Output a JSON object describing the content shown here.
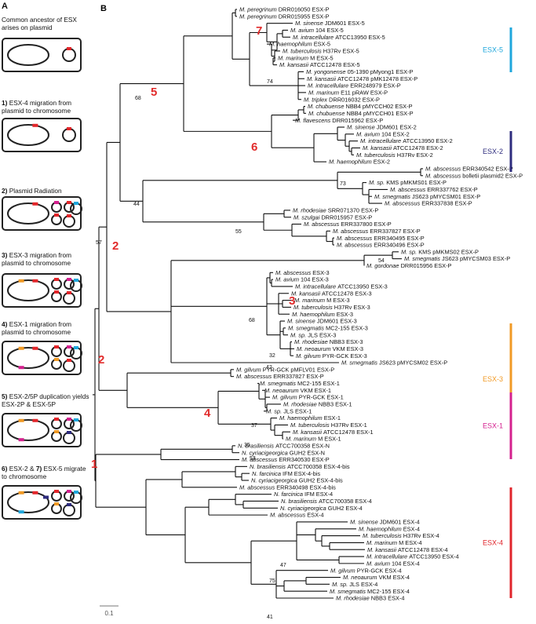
{
  "panel_a": {
    "letter": "A",
    "steps": [
      {
        "num": "",
        "text": "Common ancestor of ESX arises on plasmid"
      },
      {
        "num": "1)",
        "text": " ESX-4 migration from plasmid to chromosome"
      },
      {
        "num": "2)",
        "text": " Plasmid Radiation"
      },
      {
        "num": "3)",
        "text": " ESX-3 migration from plasmid to chromosome"
      },
      {
        "num": "4)",
        "text": " ESX-1 migration from plasmid to chromosome"
      },
      {
        "num": "5)",
        "text": " ESX-2/5P duplication yields ESX-2P & ESX-5P"
      },
      {
        "num": "6)",
        "text": " ESX-2 & ",
        "num2": "7)",
        "text2": " ESX-5 migrate to chromosome"
      }
    ]
  },
  "panel_b": {
    "letter": "B",
    "scale_label": "0.1",
    "events": [
      "1",
      "2",
      "2",
      "3",
      "4",
      "5",
      "6",
      "7"
    ],
    "bootstraps": [
      "74",
      "68",
      "73",
      "44",
      "55",
      "57",
      "54",
      "68",
      "32",
      "42",
      "37",
      "35",
      "53",
      "47",
      "75",
      "41"
    ],
    "clades": [
      {
        "label": "ESX-5",
        "color": "#1fa7dc"
      },
      {
        "label": "ESX-2",
        "color": "#2e2c7e"
      },
      {
        "label": "ESX-3",
        "color": "#f19a25"
      },
      {
        "label": "ESX-1",
        "color": "#d4208e"
      },
      {
        "label": "ESX-4",
        "color": "#e0242b"
      }
    ],
    "leaves": [
      {
        "sp": "M. peregrinum",
        "id": "DRR016050 ESX-P"
      },
      {
        "sp": "M. peregrinum",
        "id": "DRR015955 ESX-P"
      },
      {
        "sp": "M. sinense",
        "id": "JDM601 ESX-5"
      },
      {
        "sp": "M. avium",
        "id": "104 ESX-5"
      },
      {
        "sp": "M. intracellulare",
        "id": "ATCC13950 ESX-5"
      },
      {
        "sp": "M. haemophilum",
        "id": "ESX-5"
      },
      {
        "sp": "M. tuberculosis",
        "id": "H37Rv ESX-5"
      },
      {
        "sp": "M. marinum",
        "id": "M ESX-5"
      },
      {
        "sp": "M. kansasii",
        "id": "ATCC12478 ESX-5"
      },
      {
        "sp": "M. yongonense",
        "id": "05-1390 pMyong1 ESX-P"
      },
      {
        "sp": "M. kansasii",
        "id": "ATCC12478 pMK12478 ESX-P"
      },
      {
        "sp": "M. intracellulare",
        "id": "ERR248979 ESX-P"
      },
      {
        "sp": "M. marinum",
        "id": "E11 pRAW ESX-P"
      },
      {
        "sp": "M. triplex",
        "id": "DRR016032 ESX-P"
      },
      {
        "sp": "M. chubuense",
        "id": "NBB4 pMYCCH02 ESX-P"
      },
      {
        "sp": "M. chubuense",
        "id": "NBB4 pMYCCH01 ESX-P"
      },
      {
        "sp": "M. flavescens",
        "id": "DRR015962 ESX-P"
      },
      {
        "sp": "M. sinense",
        "id": "JDM601 ESX-2"
      },
      {
        "sp": "M. avium",
        "id": "104 ESX-2"
      },
      {
        "sp": "M. intracellulare",
        "id": "ATCC13950 ESX-2"
      },
      {
        "sp": "M. kansasii",
        "id": "ATCC12478 ESX-2"
      },
      {
        "sp": "M. tuberculosis",
        "id": "H37Rv ESX-2"
      },
      {
        "sp": "M. haemophilum",
        "id": "ESX-2"
      },
      {
        "sp": "M. abscessus",
        "id": "ERR340542 ESX-P"
      },
      {
        "sp": "M. abscessus",
        "id": "bolletii plasmid2 ESX-P"
      },
      {
        "sp": "M. sp.",
        "id": "KMS pMKMS01 ESX-P"
      },
      {
        "sp": "M. abscessus",
        "id": "ERR337762 ESX-P"
      },
      {
        "sp": "M. smegmatis",
        "id": "JS623 pMYCSM01 ESX-P"
      },
      {
        "sp": "M. abscessus",
        "id": "ERR337838 ESX-P"
      },
      {
        "sp": "M. rhodesiae",
        "id": "SRR071370 ESX-P"
      },
      {
        "sp": "M. szulgai",
        "id": "DRR015957 ESX-P"
      },
      {
        "sp": "M. abscessus",
        "id": "ERR337800 ESX-P"
      },
      {
        "sp": "M. abscessus",
        "id": "ERR337827 ESX-P"
      },
      {
        "sp": "M. abscessus",
        "id": "ERR340495 ESX-P"
      },
      {
        "sp": "M. abscessus",
        "id": "ERR340496 ESX-P"
      },
      {
        "sp": "M. sp.",
        "id": "KMS pMKMS02 ESX-P"
      },
      {
        "sp": "M. smegmatis",
        "id": "JS623 pMYCSM03 ESX-P"
      },
      {
        "sp": "M. gordonae",
        "id": "DRR015956 ESX-P"
      },
      {
        "sp": "M. abscessus",
        "id": "ESX-3"
      },
      {
        "sp": "M. avium",
        "id": "104 ESX-3"
      },
      {
        "sp": "M. intracellulare",
        "id": "ATCC13950 ESX-3"
      },
      {
        "sp": "M. kansasii",
        "id": "ATCC12478 ESX-3"
      },
      {
        "sp": "M. marinum",
        "id": "M ESX-3"
      },
      {
        "sp": "M. tuberculosis",
        "id": "H37Rv ESX-3"
      },
      {
        "sp": "M. haemophilum",
        "id": "ESX-3"
      },
      {
        "sp": "M. sinense",
        "id": "JDM601 ESX-3"
      },
      {
        "sp": "M. smegmatis",
        "id": "MC2-155 ESX-3"
      },
      {
        "sp": "M. sp.",
        "id": "JLS ESX-3"
      },
      {
        "sp": "M. rhodesiae",
        "id": "NBB3 ESX-3"
      },
      {
        "sp": "M. neoaurum",
        "id": "VKM ESX-3"
      },
      {
        "sp": "M. gilvum",
        "id": "PYR-GCK ESX-3"
      },
      {
        "sp": "M. smegmatis",
        "id": "JS623 pMYCSM02 ESX-P"
      },
      {
        "sp": "M. gilvum",
        "id": "PYR-GCK pMFLV01 ESX-P"
      },
      {
        "sp": "M. abscessus",
        "id": "ERR337827 ESX-P"
      },
      {
        "sp": "M. smegmatis",
        "id": "MC2-155 ESX-1"
      },
      {
        "sp": "M. neoaurum",
        "id": "VKM ESX-1"
      },
      {
        "sp": "M. gilvum",
        "id": "PYR-GCK ESX-1"
      },
      {
        "sp": "M. rhodesiae",
        "id": "NBB3 ESX-1"
      },
      {
        "sp": "M. sp.",
        "id": "JLS ESX-1"
      },
      {
        "sp": "M. haemophilum",
        "id": "ESX-1"
      },
      {
        "sp": "M. tuberculosis",
        "id": "H37Rv ESX-1"
      },
      {
        "sp": "M. kansasii",
        "id": "ATCC12478 ESX-1"
      },
      {
        "sp": "M. marinum",
        "id": "M ESX-1"
      },
      {
        "sp": "N. brasiliensis",
        "id": "ATCC700358 ESX-N"
      },
      {
        "sp": "N. cyriacigeorgica",
        "id": "GUH2 ESX-N"
      },
      {
        "sp": "M. abscessus",
        "id": "ERR340530 ESX-P"
      },
      {
        "sp": "N. brasiliensis",
        "id": "ATCC700358 ESX-4-bis"
      },
      {
        "sp": "N. farcinica",
        "id": "IFM ESX-4-bis"
      },
      {
        "sp": "N. cyriacigeorgica",
        "id": "GUH2 ESX-4-bis"
      },
      {
        "sp": "M. abscessus",
        "id": "ERR340498 ESX-4-bis"
      },
      {
        "sp": "N. farcinica",
        "id": "IFM ESX-4"
      },
      {
        "sp": "N. brasiliensis",
        "id": "ATCC700358 ESX-4"
      },
      {
        "sp": "N. cyriacigeorgica",
        "id": "GUH2 ESX-4"
      },
      {
        "sp": "M. abscessus",
        "id": "ESX-4"
      },
      {
        "sp": "M. sinense",
        "id": "JDM601 ESX-4"
      },
      {
        "sp": "M. haemophilum",
        "id": "ESX-4"
      },
      {
        "sp": "M. tuberculosis",
        "id": "H37Rv ESX-4"
      },
      {
        "sp": "M. marinum",
        "id": "M ESX-4"
      },
      {
        "sp": "M. kansasii",
        "id": "ATCC12478 ESX-4"
      },
      {
        "sp": "M. intracellulare",
        "id": "ATCC13950 ESX-4"
      },
      {
        "sp": "M. avium",
        "id": "104 ESX-4"
      },
      {
        "sp": "M. gilvum",
        "id": "PYR-GCK ESX-4"
      },
      {
        "sp": "M. neoaurum",
        "id": "VKM ESX-4"
      },
      {
        "sp": "M. sp.",
        "id": "JLS ESX-4"
      },
      {
        "sp": "M. smegmatis",
        "id": "MC2-155 ESX-4"
      },
      {
        "sp": "M. rhodesiae",
        "id": "NBB3 ESX-4"
      }
    ]
  }
}
